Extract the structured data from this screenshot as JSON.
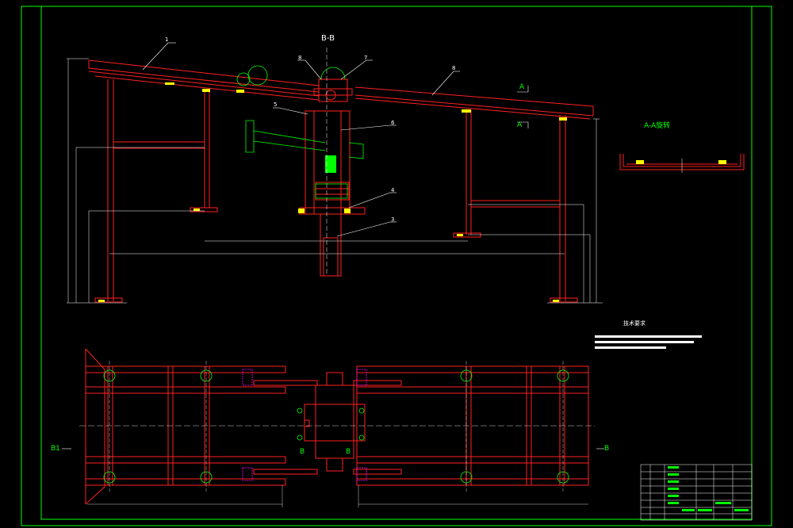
{
  "section_labels": {
    "bb": "B-B",
    "aa_rotated": "A-A旋转",
    "a_top": "A",
    "a_bottom": "A",
    "b1": "B1",
    "b_right": "B",
    "b_center_left": "B",
    "b_center_right": "B"
  },
  "part_numbers": {
    "p1": "1",
    "p3": "3",
    "p4": "4",
    "p5": "5",
    "p6": "6",
    "p7": "7",
    "p8_left": "8",
    "p8_right": "8"
  },
  "tech_requirements": {
    "title": "技术要求"
  },
  "colors": {
    "frame": "#00ff00",
    "structure": "#ff2020",
    "dimension": "#ffffff",
    "centerline": "#ffffff",
    "gear": "#00ff00",
    "accent": "#ffff00",
    "hidden": "#ff00ff",
    "bore": "#00ffff"
  }
}
